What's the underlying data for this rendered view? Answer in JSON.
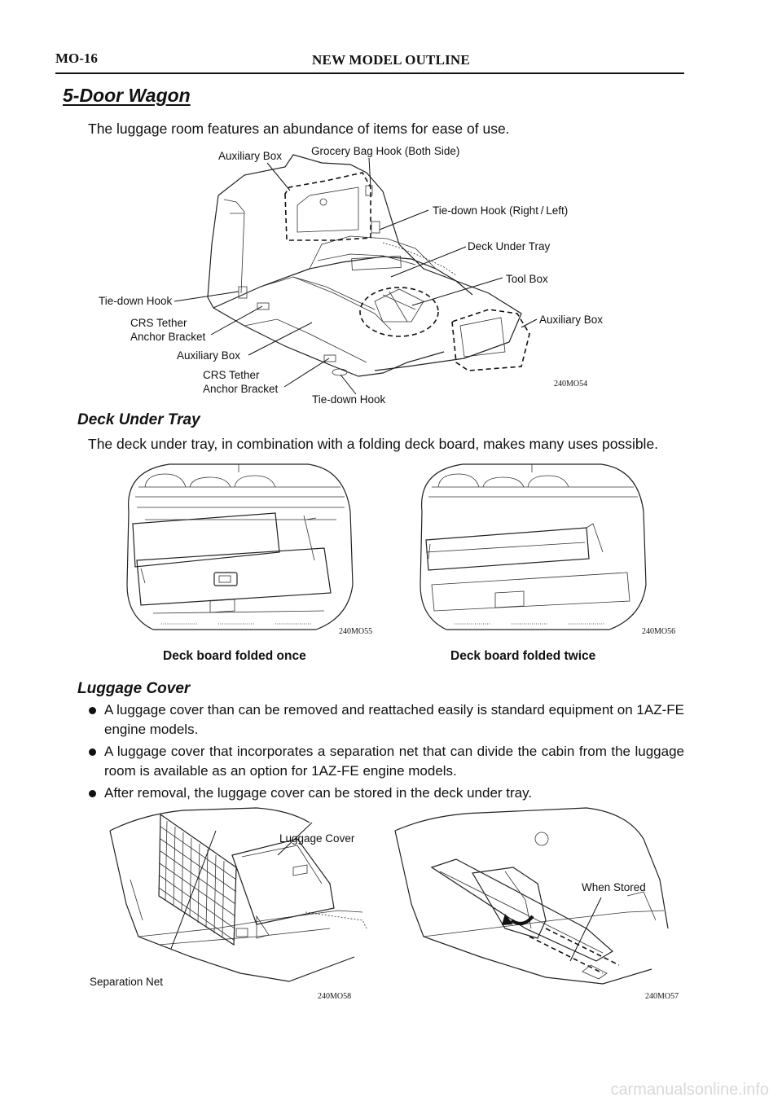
{
  "header": {
    "page_code": "MO-16",
    "title": "NEW MODEL OUTLINE"
  },
  "section": {
    "title": "5-Door Wagon",
    "intro": "The luggage room features an abundance of items for ease of use."
  },
  "figure1": {
    "code": "240MO54",
    "labels": {
      "auxiliary_box_top": "Auxiliary Box",
      "grocery_bag_hook": "Grocery Bag Hook (Both Side)",
      "tie_down_hook_rl": "Tie-down Hook (Right / Left)",
      "deck_under_tray": "Deck Under Tray",
      "tool_box": "Tool Box",
      "auxiliary_box_right": "Auxiliary Box",
      "tie_down_hook_left": "Tie-down Hook",
      "crs_tether_1_line1": "CRS Tether",
      "crs_tether_1_line2": "Anchor Bracket",
      "auxiliary_box_bottom": "Auxiliary Box",
      "crs_tether_2_line1": "CRS Tether",
      "crs_tether_2_line2": "Anchor Bracket",
      "tie_down_hook_bottom": "Tie-down Hook"
    }
  },
  "deck_under_tray": {
    "title": "Deck Under Tray",
    "text": "The deck under tray, in combination with a folding deck board, makes many uses possible.",
    "figures": [
      {
        "code": "240MO55",
        "caption": "Deck board folded once"
      },
      {
        "code": "240MO56",
        "caption": "Deck board folded twice"
      }
    ]
  },
  "luggage_cover": {
    "title": "Luggage Cover",
    "bullets": [
      "A luggage cover than can be removed and reattached easily is standard equipment on 1AZ-FE engine models.",
      "A luggage cover that incorporates a separation net that can divide the cabin from the luggage room is available as an option for 1AZ-FE engine models.",
      "After removal, the luggage cover can be stored in the deck under tray."
    ],
    "figures": [
      {
        "code": "240MO58",
        "labels": {
          "luggage_cover": "Luggage Cover",
          "separation_net": "Separation Net"
        }
      },
      {
        "code": "240MO57",
        "labels": {
          "when_stored": "When Stored"
        }
      }
    ]
  },
  "watermark": "carmanualsonline.info"
}
